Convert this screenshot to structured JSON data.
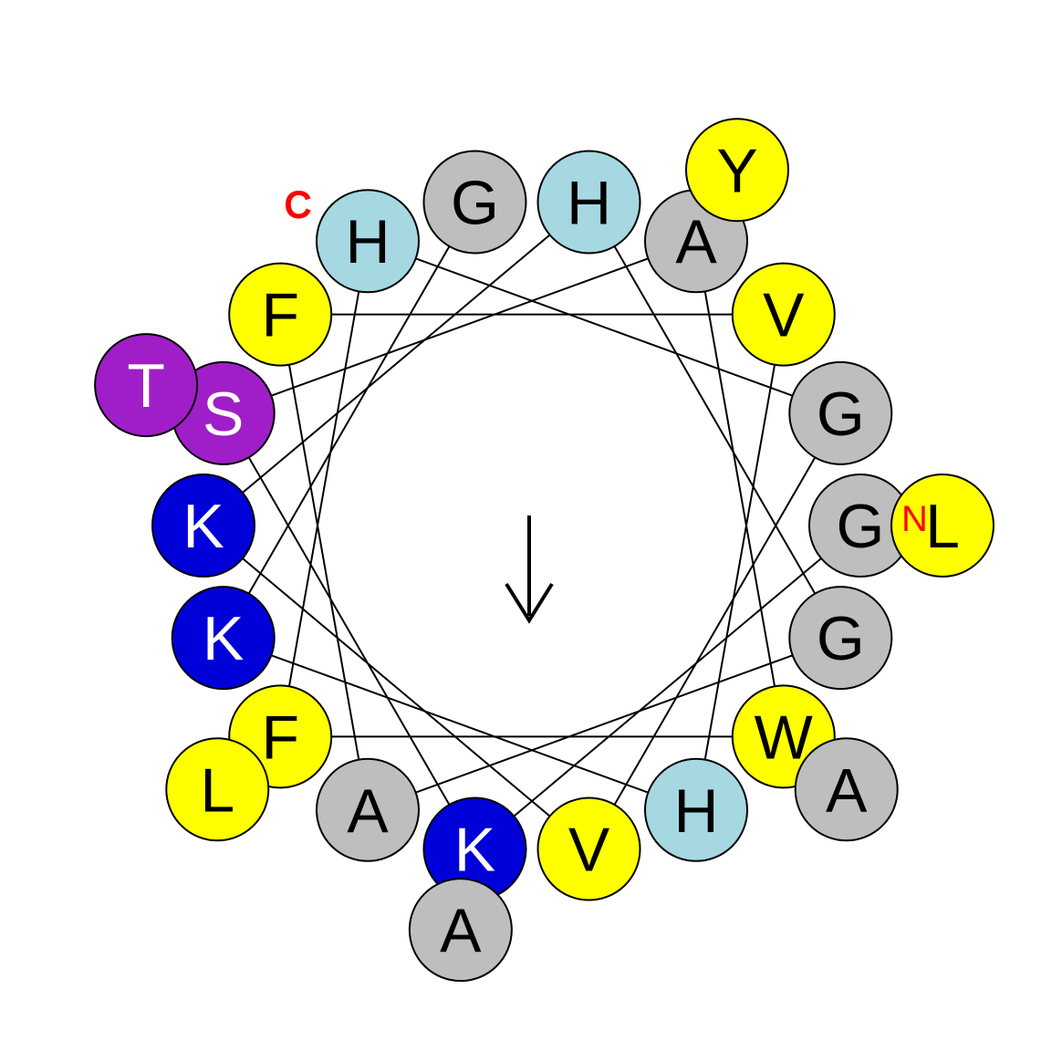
{
  "sequence": [
    {
      "aa": "G",
      "type": "nonpolar"
    },
    {
      "aa": "K",
      "type": "basic"
    },
    {
      "aa": "S",
      "type": "polar"
    },
    {
      "aa": "A",
      "type": "nonpolar"
    },
    {
      "aa": "W",
      "type": "hydrophobic"
    },
    {
      "aa": "F",
      "type": "hydrophobic"
    },
    {
      "aa": "H",
      "type": "polar-basic"
    },
    {
      "aa": "G",
      "type": "nonpolar"
    },
    {
      "aa": "V",
      "type": "hydrophobic"
    },
    {
      "aa": "K",
      "type": "basic"
    },
    {
      "aa": "H",
      "type": "polar-basic"
    },
    {
      "aa": "G",
      "type": "nonpolar"
    },
    {
      "aa": "A",
      "type": "nonpolar"
    },
    {
      "aa": "F",
      "type": "hydrophobic"
    },
    {
      "aa": "V",
      "type": "hydrophobic"
    },
    {
      "aa": "H",
      "type": "polar-basic"
    },
    {
      "aa": "K",
      "type": "basic"
    },
    {
      "aa": "G",
      "type": "nonpolar"
    },
    {
      "aa": "L",
      "type": "hydrophobic"
    },
    {
      "aa": "A",
      "type": "nonpolar"
    },
    {
      "aa": "T",
      "type": "polar"
    },
    {
      "aa": "Y",
      "type": "hydrophobic"
    },
    {
      "aa": "A",
      "type": "nonpolar"
    },
    {
      "aa": "L",
      "type": "hydrophobic"
    }
  ],
  "type_colors": {
    "nonpolar": {
      "fill": "#bebebe",
      "text": "#000000"
    },
    "basic": {
      "fill": "#0000d8",
      "text": "#ffffff"
    },
    "polar": {
      "fill": "#a01ec8",
      "text": "#ffffff"
    },
    "hydrophobic": {
      "fill": "#ffff00",
      "text": "#000000"
    },
    "polar-basic": {
      "fill": "#a6d8e2",
      "text": "#000000"
    }
  },
  "labels": {
    "n_terminus": "N",
    "c_terminus": "C"
  },
  "moment_arrow": {
    "direction_deg": 90,
    "symbol": "↓"
  }
}
